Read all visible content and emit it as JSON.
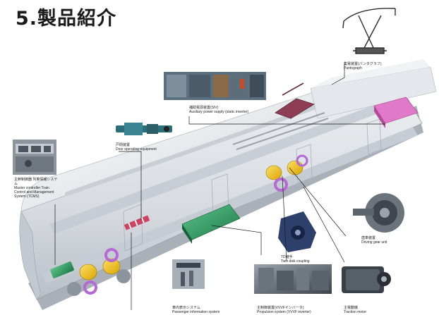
{
  "page": {
    "title": "5.製品紹介"
  },
  "components": {
    "pantograph": {
      "jp": "集電装置(パンタグラフ)",
      "en": "Pantograph"
    },
    "apu": {
      "jp": "補助電源装置(SIV)",
      "en": "Auxiliary power supply (static inverter)"
    },
    "door": {
      "jp": "戸閉装置",
      "en": "Door operating equipment"
    },
    "tcms": {
      "jp": "主幹制御器 列車情報システム",
      "en": "Master controller Train Control and Management System (TCMS)"
    },
    "gear": {
      "jp": "歯車装置",
      "en": "Driving gear unit"
    },
    "tdcoupling": {
      "jp": "TD継手",
      "en": "Twin disk coupling"
    },
    "pis": {
      "jp": "車内表示システム",
      "en": "Passenger information system"
    },
    "propulsion": {
      "jp": "主制御装置(VVVFインバータ)",
      "en": "Propulsion system (VVVF inverter)"
    },
    "motor": {
      "jp": "主電動機",
      "en": "Traction motor"
    }
  },
  "colors": {
    "car_body": "#d9dde2",
    "car_shadow": "#b8bec6",
    "accent_yellow": "#f2c200",
    "accent_purple": "#b46ad2",
    "accent_green": "#3aa36b",
    "accent_pink": "#e07ac8",
    "accent_red": "#d0405f",
    "line_color": "#1a1a1a"
  }
}
